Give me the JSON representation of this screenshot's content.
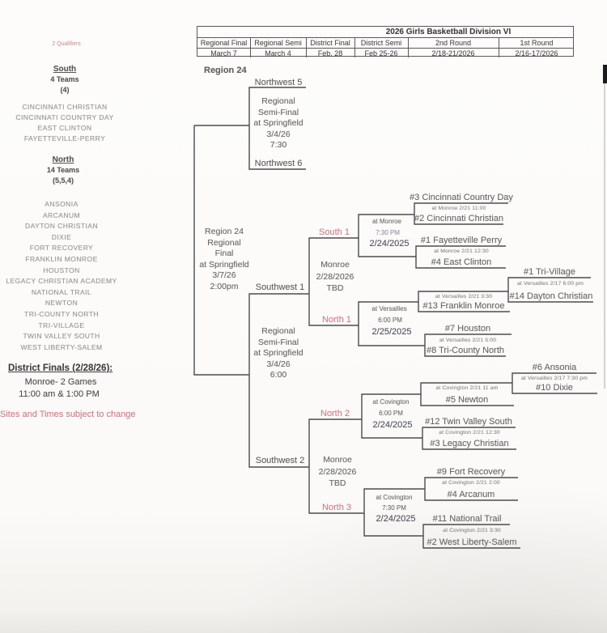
{
  "header": {
    "title": "2026 Girls Basketball Division VI",
    "columns": [
      {
        "round": "Regional Final",
        "date": "March 7"
      },
      {
        "round": "Regional Semi",
        "date": "March 4"
      },
      {
        "round": "District Final",
        "date": "Feb. 28"
      },
      {
        "round": "District Semi",
        "date": "Feb 25-26"
      },
      {
        "round": "2nd Round",
        "date": "2/18-21/2026"
      },
      {
        "round": "1st Round",
        "date": "2/16-17/2026"
      }
    ]
  },
  "sidebar": {
    "qualifiers": "2 Qualifiers",
    "south": {
      "name": "South",
      "teams_count": "4 Teams",
      "split": "(4)",
      "teams": [
        "CINCINNATI CHRISTIAN",
        "CINCINNATI COUNTRY DAY",
        "EAST CLINTON",
        "FAYETTEVILLE-PERRY"
      ]
    },
    "north": {
      "name": "North",
      "teams_count": "14 Teams",
      "split": "(5,5,4)",
      "teams": [
        "ANSONIA",
        "ARCANUM",
        "DAYTON CHRISTIAN",
        "DIXIE",
        "FORT RECOVERY",
        "FRANKLIN MONROE",
        "HOUSTON",
        "LEGACY CHRISTIAN ACADEMY",
        "NATIONAL TRAIL",
        "NEWTON",
        "TRI-COUNTY NORTH",
        "TRI-VILLAGE",
        "TWIN VALLEY SOUTH",
        "WEST LIBERTY-SALEM"
      ]
    },
    "district_finals": {
      "title": "District Finals (2/28/26):",
      "line1": "Monroe- 2 Games",
      "line2": "11:00 am & 1:00 PM"
    },
    "note": "Sites and Times subject to change"
  },
  "bracket": {
    "region_label": "Region 24",
    "nw_semi": {
      "top": "Northwest 5",
      "bottom": "Northwest 6",
      "info": [
        "Regional",
        "Semi-Final",
        "at Springfield",
        "3/4/26",
        "7:30"
      ]
    },
    "regional_final": {
      "info": [
        "Region 24",
        "Regional",
        "Final",
        "at Springfield",
        "3/7/26",
        "2:00pm"
      ]
    },
    "sw_semi": {
      "top": "Southwest 1",
      "bottom": "Southwest 2",
      "info": [
        "Regional",
        "Semi-Final",
        "at Springfield",
        "3/4/26",
        "6:00"
      ]
    },
    "df1": {
      "top": "South 1",
      "bottom": "North 1",
      "site": [
        "Monroe",
        "2/28/2026",
        "TBD"
      ]
    },
    "df2": {
      "top": "North 2",
      "bottom": "North 3",
      "site": [
        "Monroe",
        "2/28/2026",
        "TBD"
      ]
    },
    "ds": [
      {
        "site": "at Monroe",
        "time": "7:30 PM",
        "date": "2/24/2025"
      },
      {
        "site": "at Versailles",
        "time": "6:00 PM",
        "date": "2/25/2025"
      },
      {
        "site": "at Covington",
        "time": "6:00 PM",
        "date": "2/24/2025"
      },
      {
        "site": "at Covington",
        "time": "7:30 PM",
        "date": "2/24/2025"
      }
    ],
    "r2": [
      {
        "top": "#3 Cincinnati Country Day",
        "detail": "at Monroe 2/21 11:00",
        "bottom": "#2 Cincinnati Christian"
      },
      {
        "top": "#1 Fayetteville Perry",
        "detail": "at Monroe 2/21 12:30",
        "bottom": "#4 East Clinton"
      },
      {
        "detail": "at Versailles 2/21 3:30",
        "bottom": "#13 Franklin Monroe"
      },
      {
        "top": "#7 Houston",
        "detail": "at Versailles 2/21 5:00",
        "bottom": "#8 Tri-County North"
      },
      {
        "detail": "at Covington 2/21 11 am",
        "bottom": "#5 Newton"
      },
      {
        "top": "#12 Twin Valley South",
        "detail": "at Covington 2/21 12:30",
        "bottom": "#3 Legacy Christian"
      },
      {
        "top": "#9 Fort Recovery",
        "detail": "at Covington 2/21 2:00",
        "bottom": "#4 Arcanum"
      },
      {
        "top": "#11 National Trail",
        "detail": "at Covington 2/21 3:30",
        "bottom": "#2 West Liberty-Salem"
      }
    ],
    "r1": [
      {
        "top": "#1 Tri-Village",
        "detail": "at Versailles 2/17 6:00 pm",
        "bottom": "#14 Dayton Christian"
      },
      {
        "top": "#6 Ansonia",
        "detail": "at Versailles 2/17 7:30 pm",
        "bottom": "#10 Dixie"
      }
    ]
  },
  "colors": {
    "accent_pink": "#d9818e",
    "line": "#4c4c4c",
    "lavender": "#a593b7"
  }
}
